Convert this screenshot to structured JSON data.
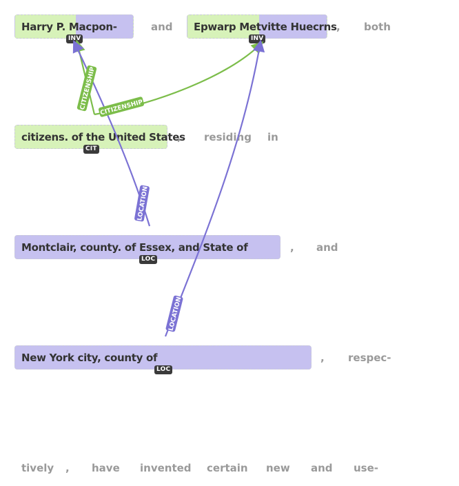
{
  "spans": {
    "inventor1": {
      "text": "Harry P. Macpon-",
      "tag": "INV"
    },
    "inventor2": {
      "text": "Epwarp Metvitte Huecrns",
      "tag": "INV"
    },
    "citizens": {
      "text": "citizens. of the United States",
      "tag": "CIT"
    },
    "montclair": {
      "text": "Montclair, county. of Essex, and State of",
      "tag": "LOC"
    },
    "newyork": {
      "text": "New York city, county of",
      "tag": "LOC"
    }
  },
  "tokens": {
    "and1": "and",
    "comma1": ",",
    "both": "both",
    "comma2": ",",
    "residing": "residing",
    "in": "in",
    "comma3": ",",
    "and2": "and",
    "comma4": ",",
    "respec": "respec-",
    "tively": "tively",
    "comma5": ",",
    "have": "have",
    "invented": "invented",
    "certain": "certain",
    "new": "new",
    "and3": "and",
    "use": "use-"
  },
  "relations": {
    "citizenship1": "CITIZENSHIP",
    "citizenship2": "CITIZENSHIP",
    "location1": "LOCATION",
    "location2": "LOCATION"
  },
  "colors": {
    "citizenship": "#7cbd4a",
    "location": "#7b72d4",
    "green_fill": "#d7f2b9",
    "purple_fill": "#c6c1f0"
  }
}
